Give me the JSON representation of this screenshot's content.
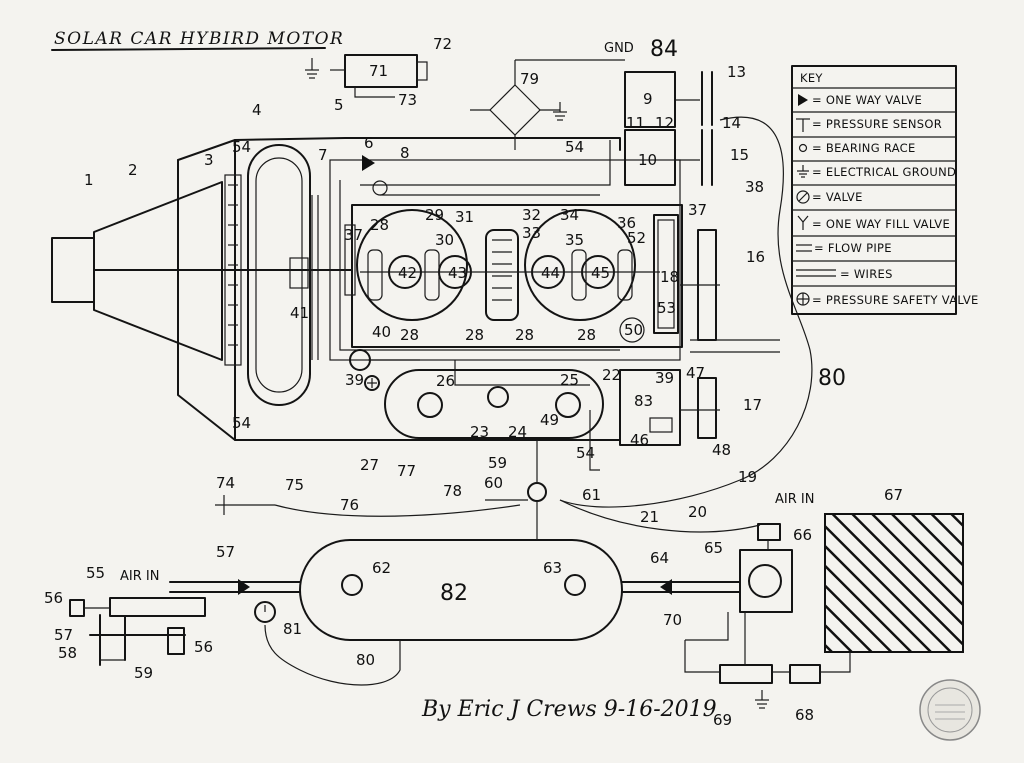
{
  "title": "SOLAR CAR HYBIRD MOTOR",
  "signature": {
    "text": "By Eric J Crews  9-16-2019"
  },
  "key": {
    "heading": "KEY",
    "items": [
      {
        "symbol": "one-way-valve-icon",
        "label": "= ONE WAY VALVE"
      },
      {
        "symbol": "pressure-sensor-icon",
        "label": "= PRESSURE SENSOR"
      },
      {
        "symbol": "bearing-race-icon",
        "label": "= BEARING RACE"
      },
      {
        "symbol": "electrical-ground-icon",
        "label": "= ELECTRICAL GROUND"
      },
      {
        "symbol": "valve-icon",
        "label": "= VALVE"
      },
      {
        "symbol": "one-way-fill-valve-icon",
        "label": "= ONE WAY FILL VALVE"
      },
      {
        "symbol": "flow-pipe-icon",
        "label": "= FLOW PIPE"
      },
      {
        "symbol": "wires-icon",
        "label": "= WIRES"
      },
      {
        "symbol": "pressure-safety-valve-icon",
        "label": "= PRESSURE SAFETY VALVE"
      }
    ]
  },
  "labels": {
    "gnd": "GND",
    "air_in_left": "AIR IN",
    "air_in_right": "AIR IN",
    "tank": "82",
    "n1": "1",
    "n2": "2",
    "n3": "3",
    "n4": "4",
    "n5": "5",
    "n6": "6",
    "n7": "7",
    "n8": "8",
    "n9": "9",
    "n10": "10",
    "n11": "11",
    "n12": "12",
    "n13": "13",
    "n14": "14",
    "n15": "15",
    "n16": "16",
    "n17": "17",
    "n18": "18",
    "n19": "19",
    "n20": "20",
    "n21": "21",
    "n22": "22",
    "n23": "23",
    "n24": "24",
    "n25": "25",
    "n26": "26",
    "n27": "27",
    "n28": "28",
    "n29": "29",
    "n30": "30",
    "n31": "31",
    "n32": "32",
    "n33": "33",
    "n34": "34",
    "n35": "35",
    "n36": "36",
    "n37": "37",
    "n38": "38",
    "n39": "39",
    "n40": "40",
    "n41": "41",
    "n42": "42",
    "n43": "43",
    "n44": "44",
    "n45": "45",
    "n46": "46",
    "n47": "47",
    "n48": "48",
    "n49": "49",
    "n50": "50",
    "n52": "52",
    "n53": "53",
    "n54": "54",
    "n55": "55",
    "n56": "56",
    "n57": "57",
    "n58": "58",
    "n59": "59",
    "n60": "60",
    "n61": "61",
    "n62": "62",
    "n63": "63",
    "n64": "64",
    "n65": "65",
    "n66": "66",
    "n67": "67",
    "n68": "68",
    "n69": "69",
    "n70": "70",
    "n71": "71",
    "n72": "72",
    "n73": "73",
    "n74": "74",
    "n75": "75",
    "n76": "76",
    "n77": "77",
    "n78": "78",
    "n79": "79",
    "n80": "80",
    "n81": "81",
    "n83": "83",
    "n84": "84"
  },
  "colors": {
    "paper": "#f4f3ef",
    "ink": "#141414"
  }
}
